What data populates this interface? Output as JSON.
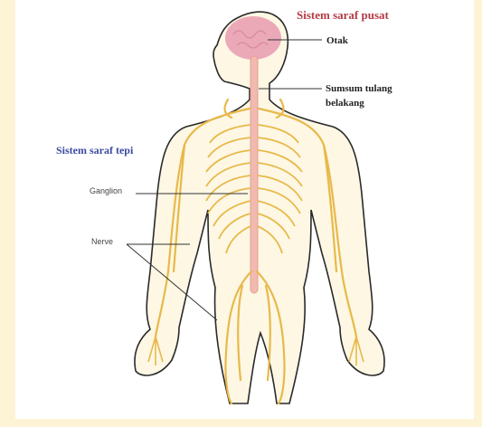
{
  "labels": {
    "central_nervous_system": "Sistem saraf pusat",
    "brain": "Otak",
    "spinal_cord_line1": "Sumsum tulang",
    "spinal_cord_line2": "belakang",
    "peripheral_nervous_system": "Sistem saraf tepi",
    "ganglion": "Ganglion",
    "nerve": "Nerve"
  },
  "colors": {
    "background": "#fdf4d6",
    "panel": "#ffffff",
    "body_fill": "#fdf7e4",
    "body_outline": "#2a2a2a",
    "nerve": "#e8b94a",
    "brain": "#eba9b8",
    "spinal_cord": "#f2b9b0",
    "central_label": "#b43a44",
    "peripheral_label": "#3b4aa0"
  }
}
